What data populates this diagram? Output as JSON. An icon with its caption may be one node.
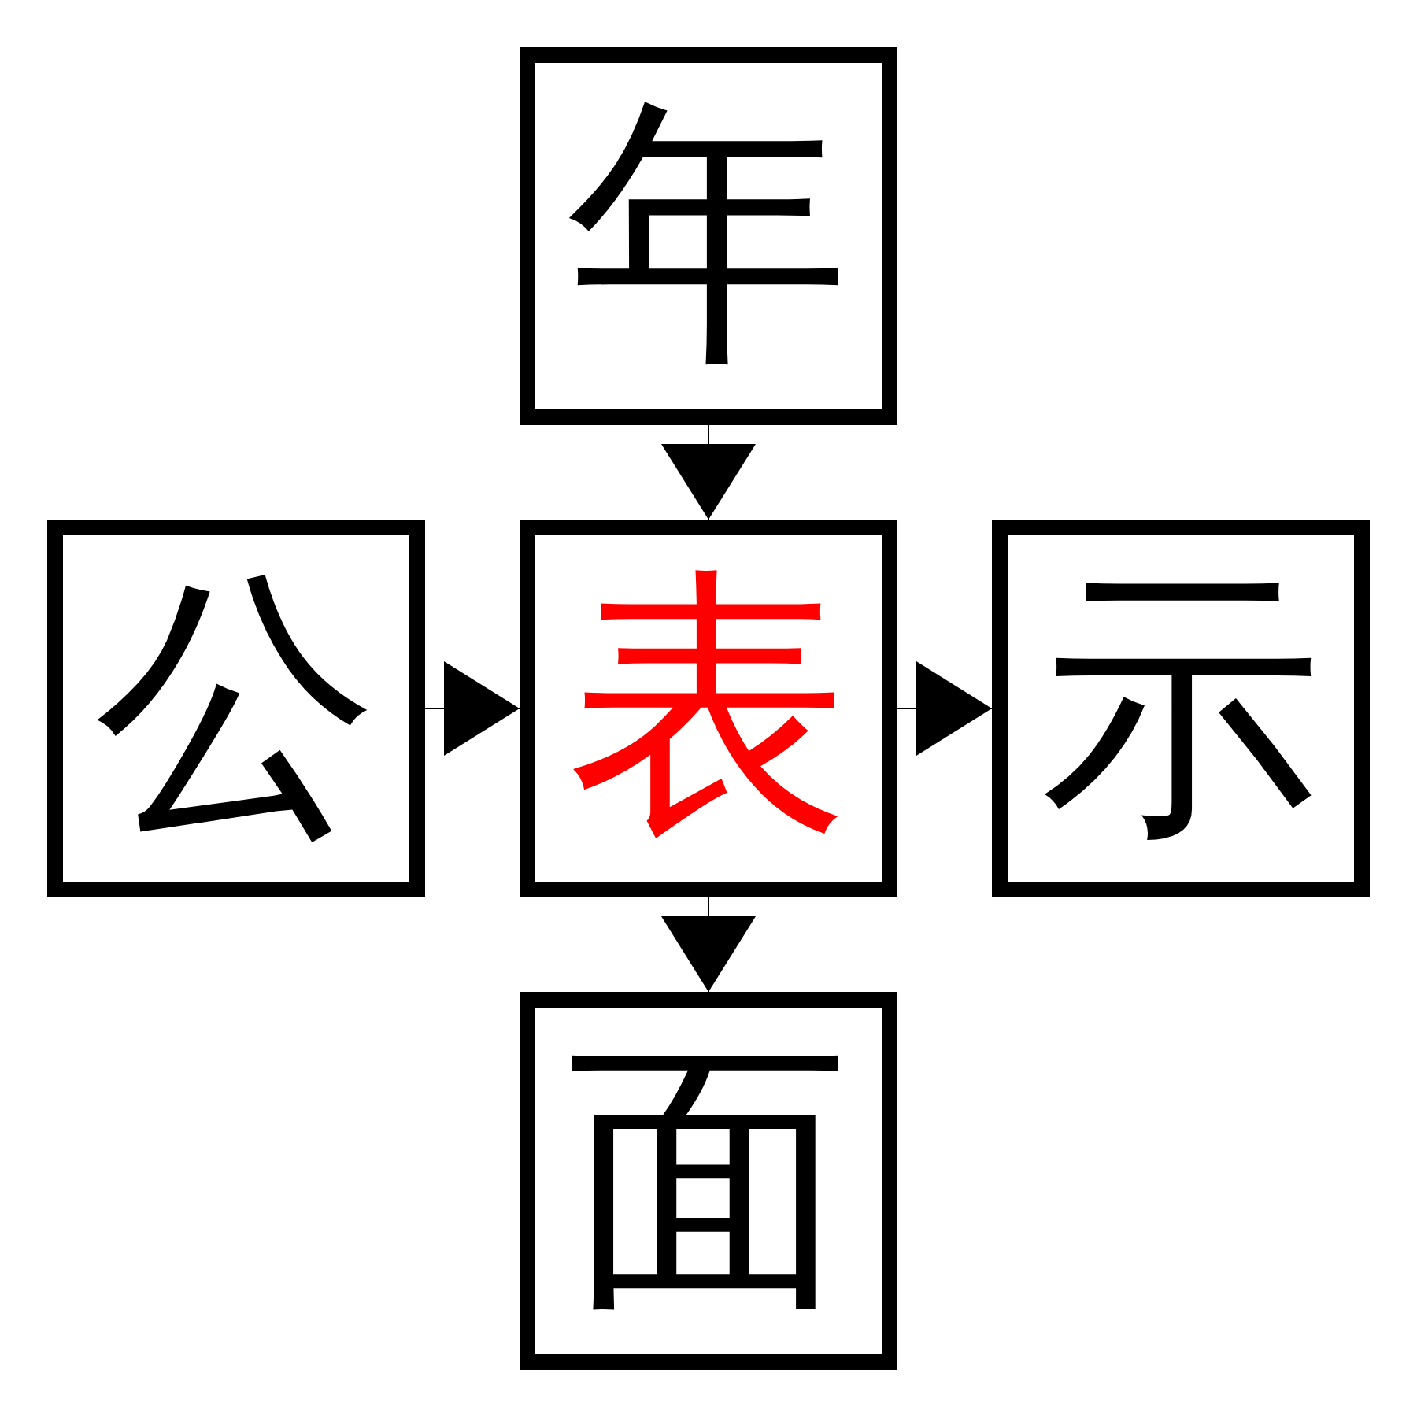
{
  "diagram": {
    "nodes": [
      {
        "text": [
          "年"
        ]
      },
      {
        "text": [
          "公"
        ]
      },
      {
        "text": [
          "表"
        ]
      },
      {
        "text": [
          "示"
        ]
      },
      {
        "text": [
          "面"
        ]
      }
    ],
    "edges": [
      {
        "from": 0,
        "to": 2,
        "arrow": "to"
      },
      {
        "from": 1,
        "to": 2,
        "arrow": "to"
      },
      {
        "from": 2,
        "to": 3,
        "arrow": "to"
      },
      {
        "from": 2,
        "to": 4,
        "arrow": "to"
      }
    ]
  }
}
